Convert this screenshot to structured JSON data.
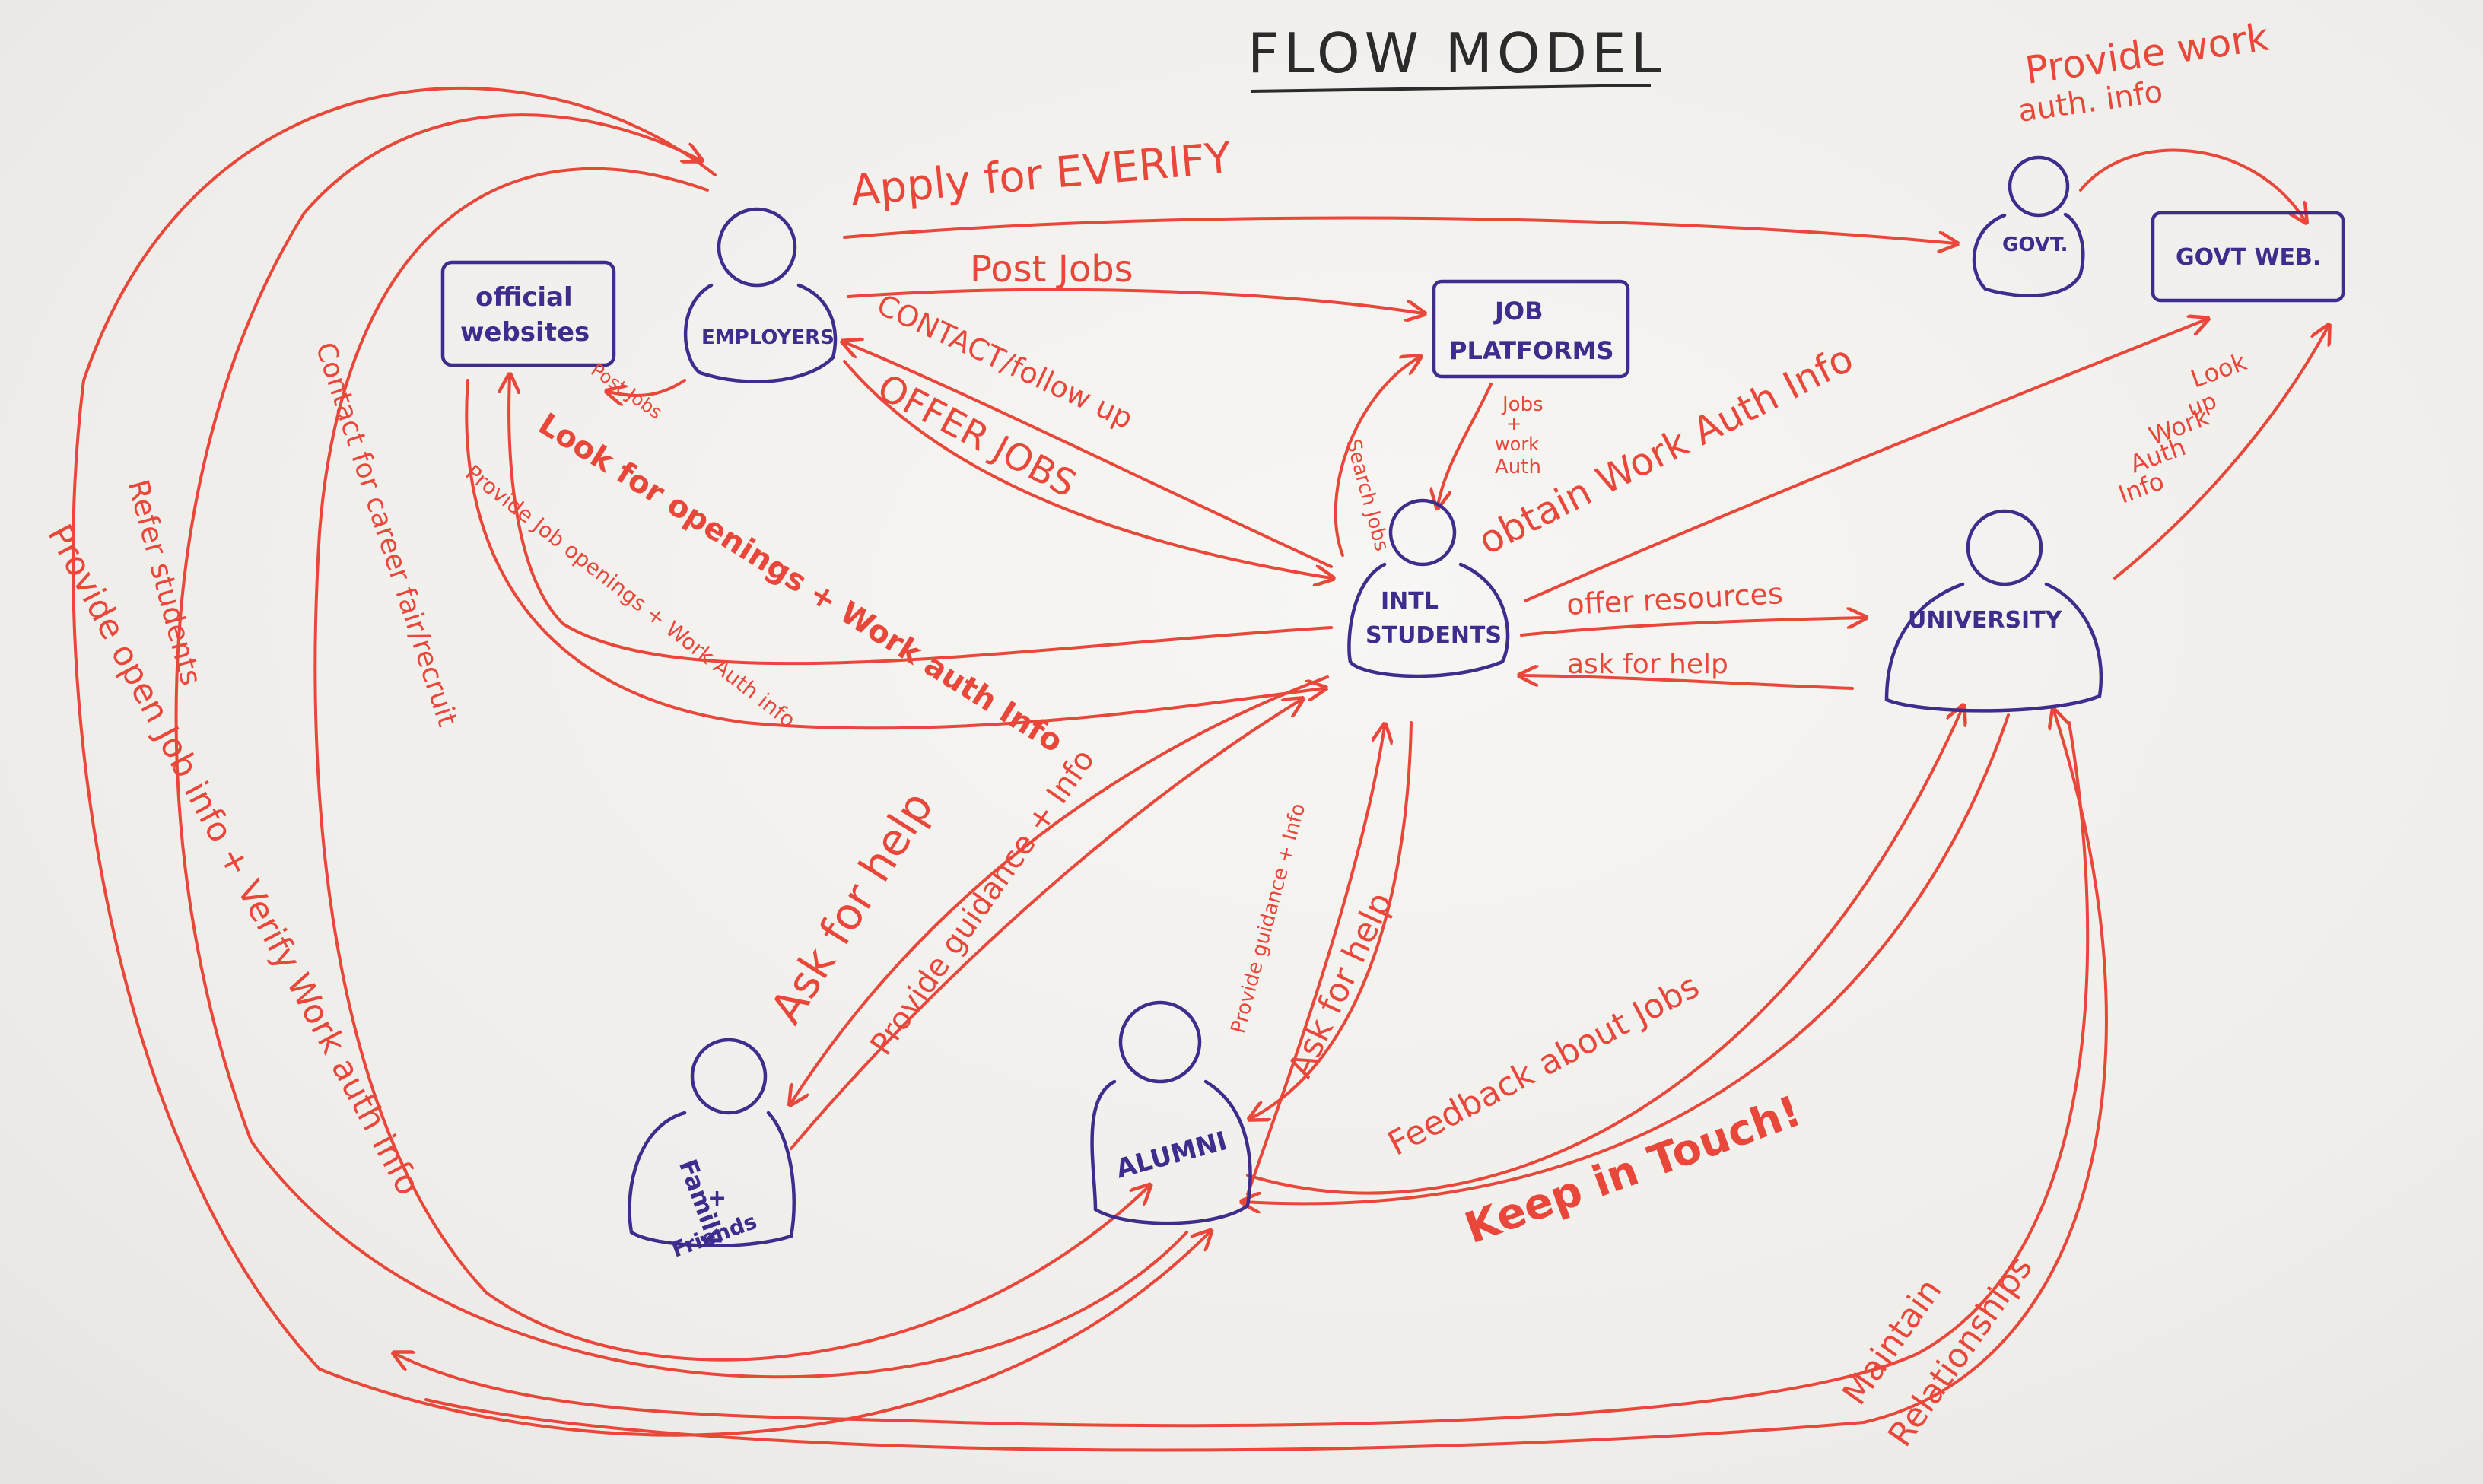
{
  "title": "FLOW MODEL",
  "colors": {
    "board": "#f3f1ee",
    "node_ink": "#3f2c8c",
    "edge_ink": "#e8473a",
    "title_ink": "#2b2b2b"
  },
  "nodes": {
    "official_websites": {
      "label_1": "official",
      "label_2": "websites"
    },
    "employers": {
      "label": "EMPLOYERS"
    },
    "job_platforms": {
      "label_1": "JOB",
      "label_2": "PLATFORMS"
    },
    "govt": {
      "label": "GOVT."
    },
    "govt_web": {
      "label": "GOVT WEB."
    },
    "intl_students": {
      "label_1": "INTL",
      "label_2": "STUDENTS"
    },
    "university": {
      "label": "UNIVERSITY"
    },
    "family_friends": {
      "label_1": "Family",
      "label_2": "+",
      "label_3": "Friends"
    },
    "alumni": {
      "label": "ALUMNI"
    }
  },
  "edges": {
    "apply_everify": "Apply for EVERIFY",
    "post_jobs_platforms": "Post Jobs",
    "contact_follow_up": "CONTACT/follow up",
    "offer_jobs": "OFFER JOBS",
    "post_jobs_websites": "Post Jobs",
    "look_for_openings": "Look for openings + Work auth Info",
    "provide_openings": "Provide Job openings + Work Auth info",
    "search_jobs": "Search Jobs",
    "jobs_work_auth_1": "Jobs",
    "jobs_work_auth_2": "+",
    "jobs_work_auth_3": "work",
    "jobs_work_auth_4": "Auth",
    "obtain_work_auth": "obtain Work Auth Info",
    "provide_work_auth_1": "Provide work",
    "provide_work_auth_2": "auth. info",
    "look_up_1": "Look",
    "look_up_2": "up",
    "look_up_3": "Work",
    "look_up_4": "Auth",
    "look_up_5": "Info",
    "offer_resources": "offer resources",
    "ask_for_help_univ": "ask for help",
    "ask_for_help_family": "Ask for help",
    "provide_guidance_family": "Provide guidance + Info",
    "provide_guidance_alumni": "Provide guidance + Info",
    "ask_for_help_alumni": "Ask for help",
    "feedback_jobs": "Feedback about Jobs",
    "keep_in_touch": "Keep in Touch!",
    "maintain_1": "Maintain",
    "maintain_2": "Relationships",
    "contact_career_fair": "Contact for career fair/recruit",
    "refer_students": "Refer students",
    "provide_open_jobs": "Provide open Job info + Verify Work auth info"
  }
}
